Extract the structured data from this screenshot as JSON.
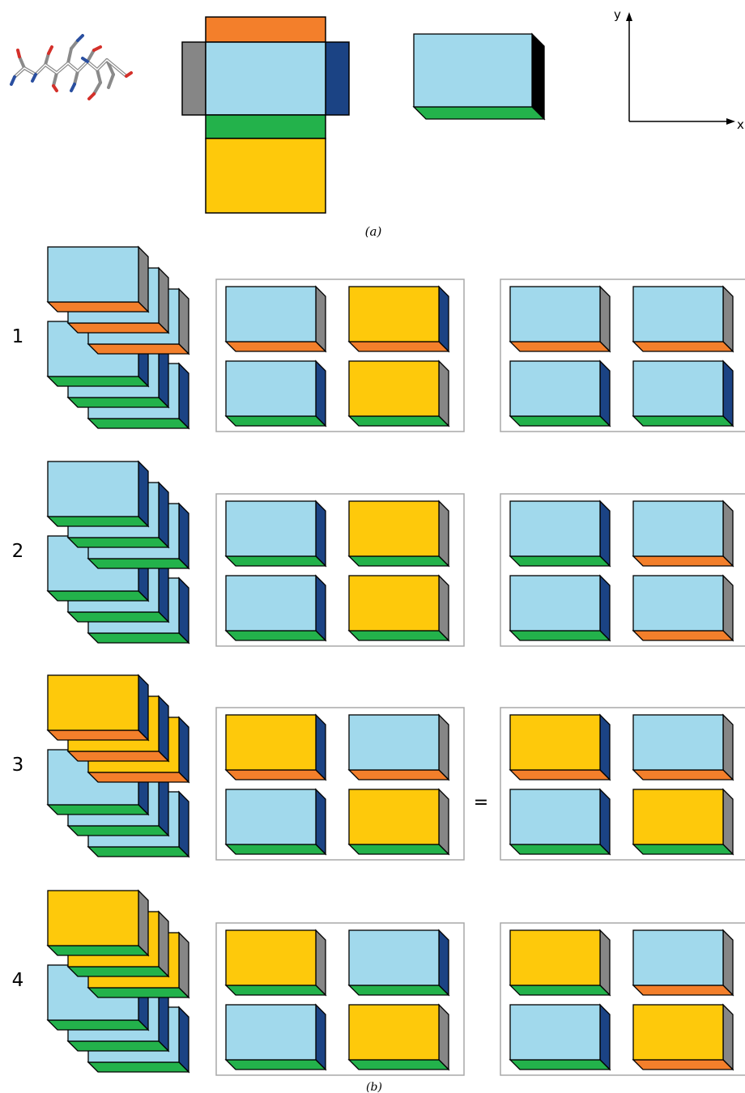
{
  "colors": {
    "light_blue": "#a1d9ec",
    "orange": "#f37f2b",
    "green": "#23b24b",
    "yellow": "#fec90b",
    "gray": "#868686",
    "dark_blue": "#1b4384",
    "outline": "#000000",
    "panel_border": "#a8a8a8"
  },
  "icons": {
    "molecule": "peptide-molecule-icon"
  },
  "part_a": {
    "caption": "(a)",
    "net": {
      "top": "orange",
      "left": "gray",
      "center": "light_blue",
      "right": "dark_blue",
      "bottom": "green",
      "back": "yellow"
    },
    "block": {
      "front": "light_blue",
      "right": "dark_blue",
      "bottom": "green"
    },
    "axes": {
      "y_label": "y",
      "x_label": "x"
    }
  },
  "part_b": {
    "caption": "(b)",
    "rows": [
      {
        "label": "1",
        "relation": "",
        "stack": [
          {
            "front": "light_blue",
            "side": "gray",
            "bottom": "orange"
          },
          {
            "front": "light_blue",
            "side": "dark_blue",
            "bottom": "green"
          }
        ],
        "panels": [
          [
            {
              "front": "light_blue",
              "side": "gray",
              "bottom": "orange"
            },
            {
              "front": "yellow",
              "side": "dark_blue",
              "bottom": "orange"
            },
            {
              "front": "light_blue",
              "side": "dark_blue",
              "bottom": "green"
            },
            {
              "front": "yellow",
              "side": "gray",
              "bottom": "green"
            }
          ],
          [
            {
              "front": "light_blue",
              "side": "gray",
              "bottom": "orange"
            },
            {
              "front": "light_blue",
              "side": "gray",
              "bottom": "orange"
            },
            {
              "front": "light_blue",
              "side": "dark_blue",
              "bottom": "green"
            },
            {
              "front": "light_blue",
              "side": "dark_blue",
              "bottom": "green"
            }
          ]
        ]
      },
      {
        "label": "2",
        "relation": "",
        "stack": [
          {
            "front": "light_blue",
            "side": "dark_blue",
            "bottom": "green"
          },
          {
            "front": "light_blue",
            "side": "dark_blue",
            "bottom": "green"
          }
        ],
        "panels": [
          [
            {
              "front": "light_blue",
              "side": "dark_blue",
              "bottom": "green"
            },
            {
              "front": "yellow",
              "side": "gray",
              "bottom": "green"
            },
            {
              "front": "light_blue",
              "side": "dark_blue",
              "bottom": "green"
            },
            {
              "front": "yellow",
              "side": "gray",
              "bottom": "green"
            }
          ],
          [
            {
              "front": "light_blue",
              "side": "dark_blue",
              "bottom": "green"
            },
            {
              "front": "light_blue",
              "side": "gray",
              "bottom": "orange"
            },
            {
              "front": "light_blue",
              "side": "dark_blue",
              "bottom": "green"
            },
            {
              "front": "light_blue",
              "side": "gray",
              "bottom": "orange"
            }
          ]
        ]
      },
      {
        "label": "3",
        "relation": "=",
        "stack": [
          {
            "front": "yellow",
            "side": "dark_blue",
            "bottom": "orange"
          },
          {
            "front": "light_blue",
            "side": "dark_blue",
            "bottom": "green"
          }
        ],
        "panels": [
          [
            {
              "front": "yellow",
              "side": "dark_blue",
              "bottom": "orange"
            },
            {
              "front": "light_blue",
              "side": "gray",
              "bottom": "orange"
            },
            {
              "front": "light_blue",
              "side": "dark_blue",
              "bottom": "green"
            },
            {
              "front": "yellow",
              "side": "gray",
              "bottom": "green"
            }
          ],
          [
            {
              "front": "yellow",
              "side": "dark_blue",
              "bottom": "orange"
            },
            {
              "front": "light_blue",
              "side": "gray",
              "bottom": "orange"
            },
            {
              "front": "light_blue",
              "side": "dark_blue",
              "bottom": "green"
            },
            {
              "front": "yellow",
              "side": "gray",
              "bottom": "green"
            }
          ]
        ]
      },
      {
        "label": "4",
        "relation": "",
        "stack": [
          {
            "front": "yellow",
            "side": "gray",
            "bottom": "green"
          },
          {
            "front": "light_blue",
            "side": "dark_blue",
            "bottom": "green"
          }
        ],
        "panels": [
          [
            {
              "front": "yellow",
              "side": "gray",
              "bottom": "green"
            },
            {
              "front": "light_blue",
              "side": "dark_blue",
              "bottom": "green"
            },
            {
              "front": "light_blue",
              "side": "dark_blue",
              "bottom": "green"
            },
            {
              "front": "yellow",
              "side": "gray",
              "bottom": "green"
            }
          ],
          [
            {
              "front": "yellow",
              "side": "gray",
              "bottom": "green"
            },
            {
              "front": "light_blue",
              "side": "gray",
              "bottom": "orange"
            },
            {
              "front": "light_blue",
              "side": "dark_blue",
              "bottom": "green"
            },
            {
              "front": "yellow",
              "side": "gray",
              "bottom": "orange"
            }
          ]
        ]
      }
    ]
  }
}
